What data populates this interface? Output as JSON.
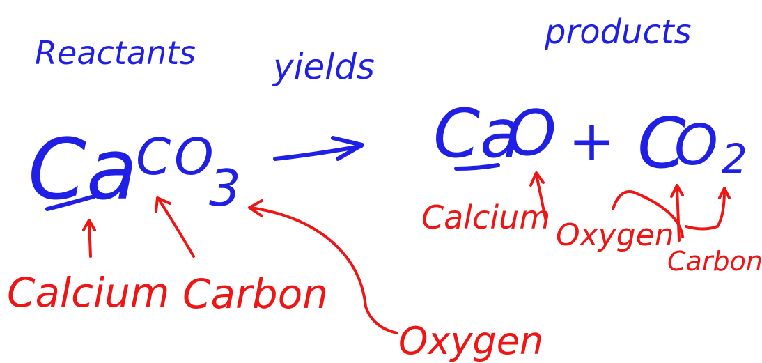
{
  "headings": {
    "reactants": "Reactants",
    "yields": "yields",
    "products": "products"
  },
  "reactant": {
    "ca": "Ca",
    "c": "C",
    "o": "O",
    "sub3": "3"
  },
  "product": {
    "cao_ca": "Ca",
    "cao_o": "O",
    "plus": "+",
    "co2_c": "C",
    "co2_o": "O",
    "sub2": "2"
  },
  "labels": {
    "calcium_left": "Calcium",
    "carbon_left": "Carbon",
    "oxygen_bottom": "Oxygen",
    "calcium_right": "Calcium",
    "oxygen_right": "Oxygen",
    "carbon_right": "Carbon"
  },
  "colors": {
    "ink_blue": "#1f1fe6",
    "ink_red": "#f01515"
  }
}
